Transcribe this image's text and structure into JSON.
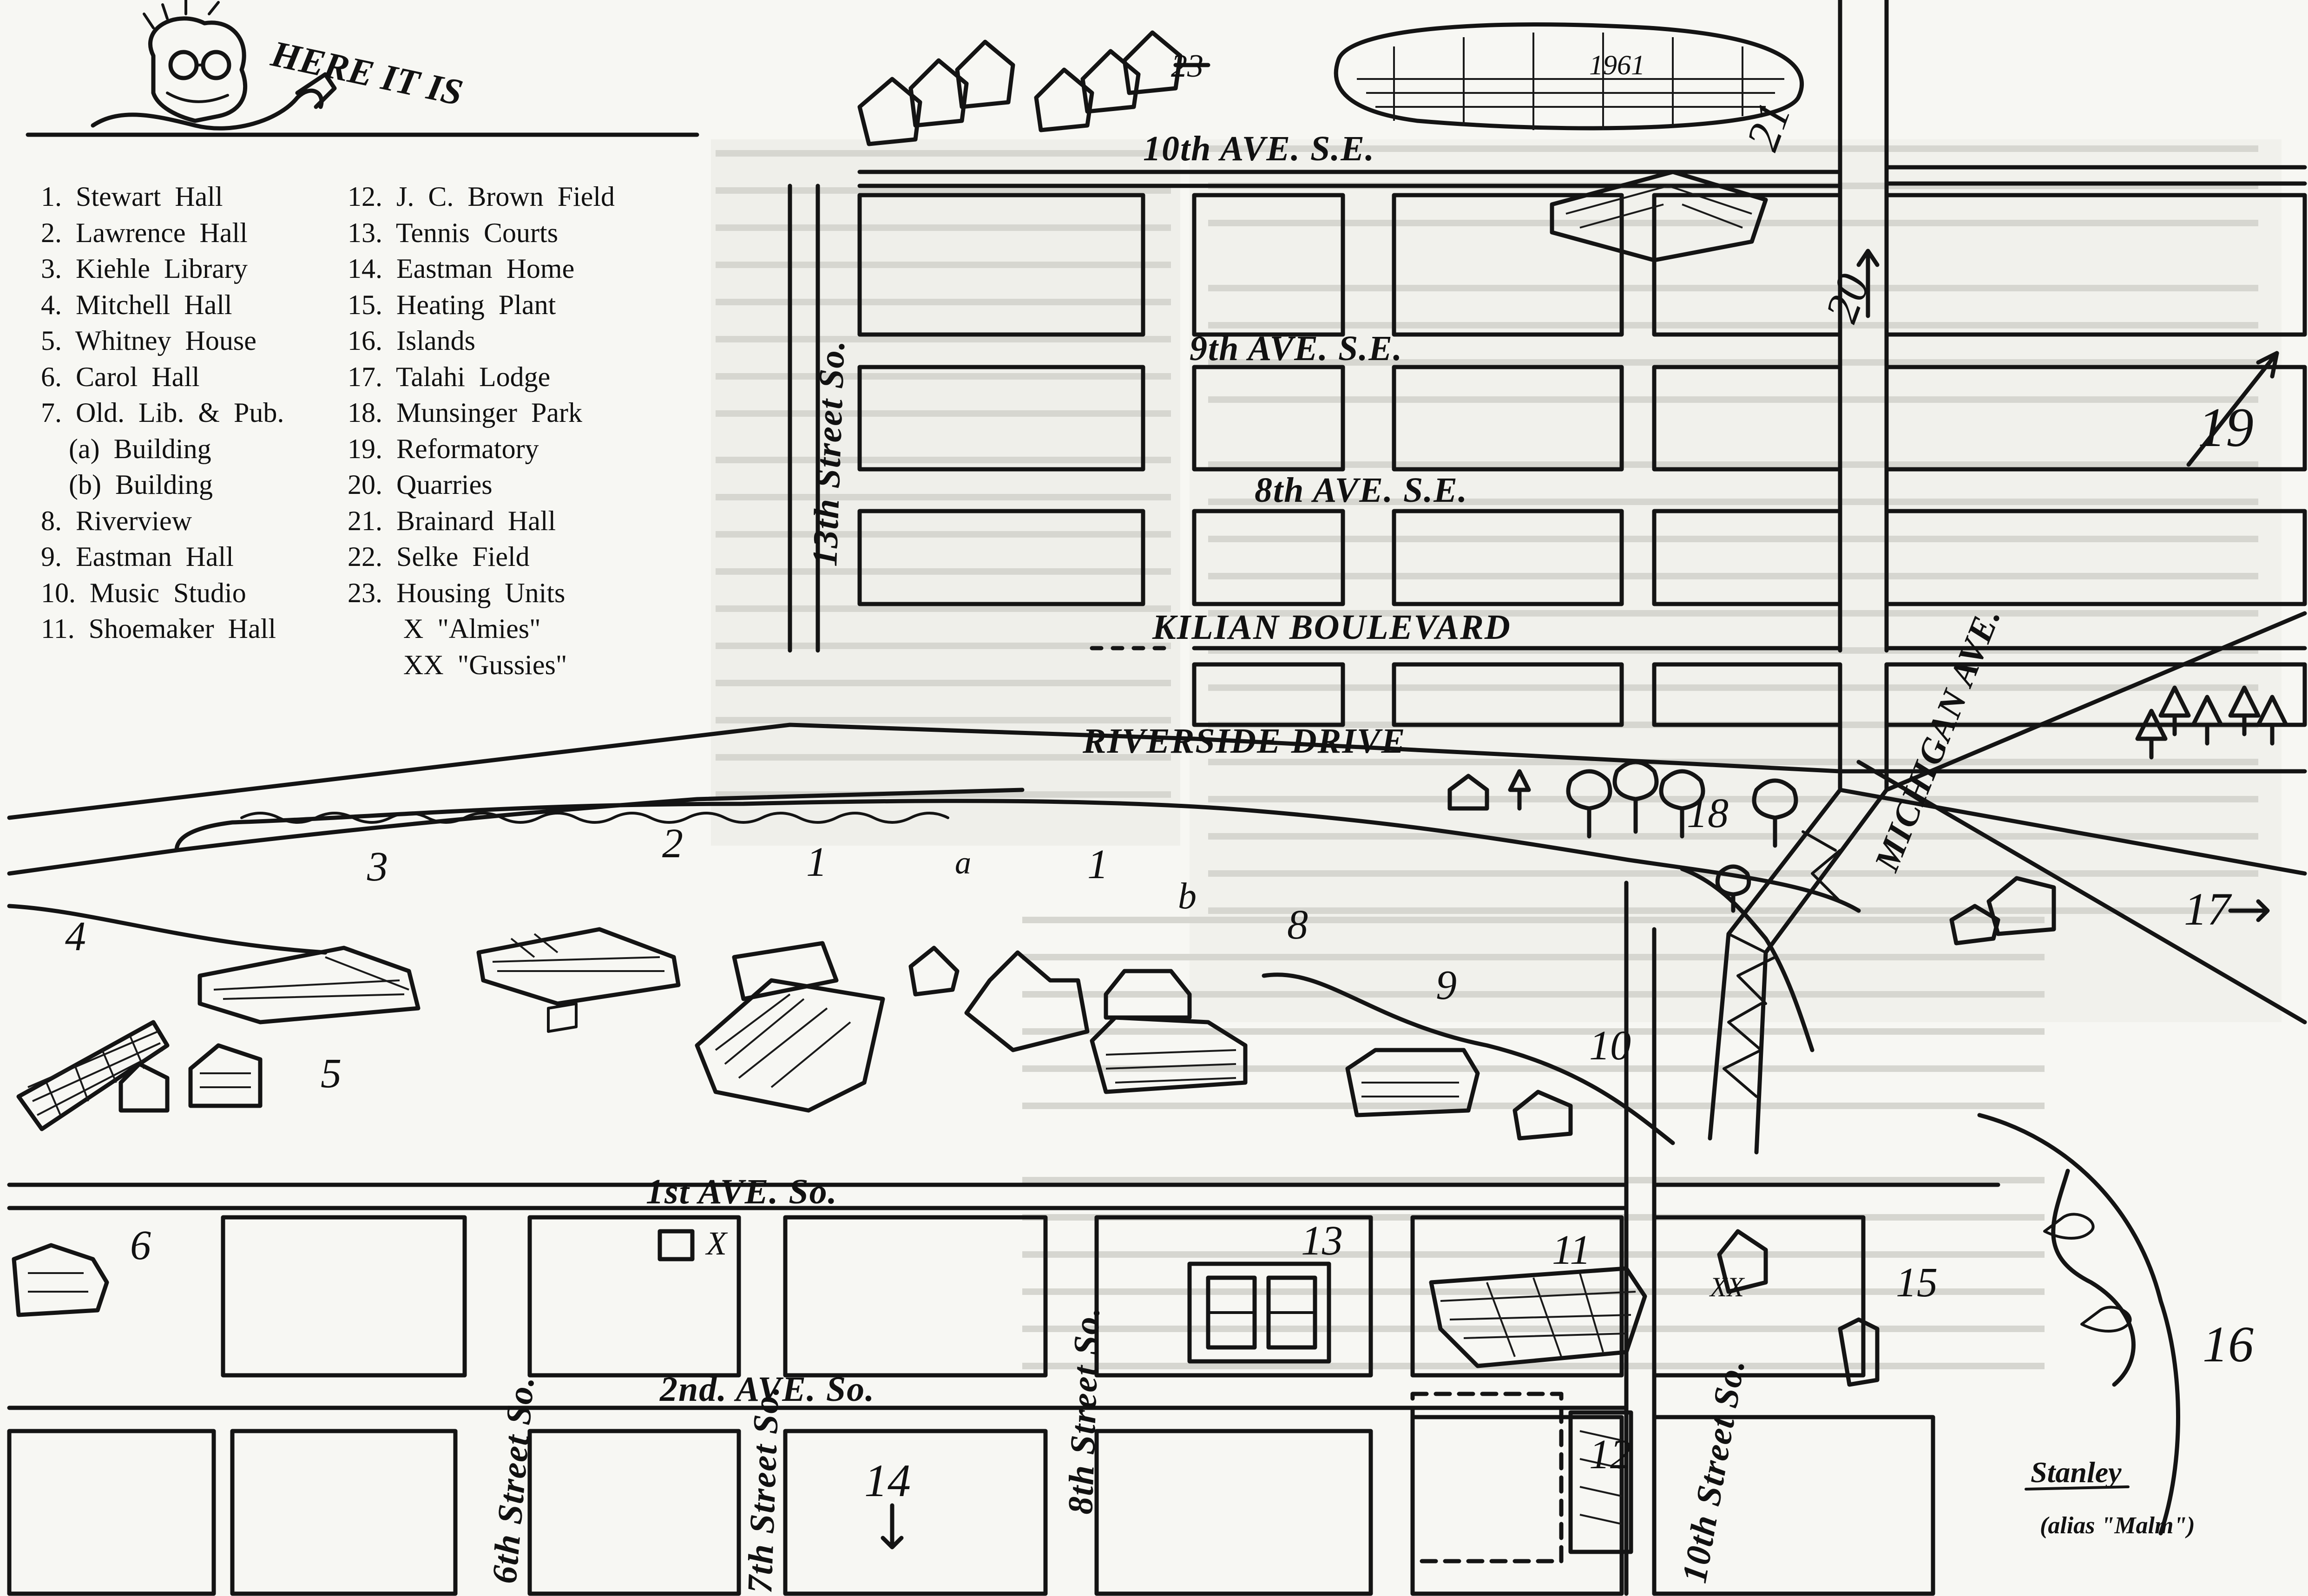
{
  "header": {
    "text": "HERE IT IS"
  },
  "legend": {
    "col1": [
      "1.  Stewart  Hall",
      "2.  Lawrence  Hall",
      "3.  Kiehle  Library",
      "4.  Mitchell  Hall",
      "5.  Whitney  House",
      "6.  Carol  Hall",
      "7.  Old.  Lib.  &  Pub.",
      "    (a)  Building",
      "    (b)  Building",
      "8.  Riverview",
      "9.  Eastman  Hall",
      "10.  Music  Studio",
      "11.  Shoemaker  Hall"
    ],
    "col2": [
      "12.  J.  C.  Brown  Field",
      "13.  Tennis  Courts",
      "14.  Eastman  Home",
      "15.  Heating  Plant",
      "16.  Islands",
      "17.  Talahi  Lodge",
      "18.  Munsinger  Park",
      "19.  Reformatory",
      "20.  Quarries",
      "21.  Brainard  Hall",
      "22.  Selke  Field",
      "23.  Housing  Units",
      "        X  \"Almies\"",
      "        XX  \"Gussies\""
    ]
  },
  "streets": {
    "ave10": "10th AVE. S.E.",
    "ave9": "9th AVE. S.E.",
    "ave8": "8th AVE. S.E.",
    "kilian": "KILIAN BOULEVARD",
    "riverside": "RIVERSIDE DRIVE",
    "michigan": "MICHIGAN AVE.",
    "st13": "13th Street So.",
    "ave1": "1st AVE. So.",
    "ave2": "2nd. AVE. So.",
    "st6": "6th Street So.",
    "st7": "7th Street So.",
    "st8": "8th Street So.",
    "st10": "10th Street So."
  },
  "map_labels": {
    "n1a": "1",
    "n1b": "1",
    "n2": "2",
    "n3": "3",
    "n4": "4",
    "n5": "5",
    "n6": "6",
    "n8": "8",
    "n9": "9",
    "n10": "10",
    "n11": "11",
    "n12": "12",
    "n13": "13",
    "n14": "14",
    "n15": "15",
    "n16": "16",
    "n17": "17",
    "n18": "18",
    "n19": "19",
    "n20": "20",
    "n21": "21",
    "n23": "23",
    "na": "a",
    "nb": "b",
    "nx": "X",
    "nxx": "XX",
    "stadium": "1961"
  },
  "signature": {
    "name": "Stanley",
    "alias": "(alias \"Malm\")"
  },
  "colors": {
    "ink": "#141414",
    "paper": "#f7f7f3",
    "bleed": "#c9c9c3"
  }
}
